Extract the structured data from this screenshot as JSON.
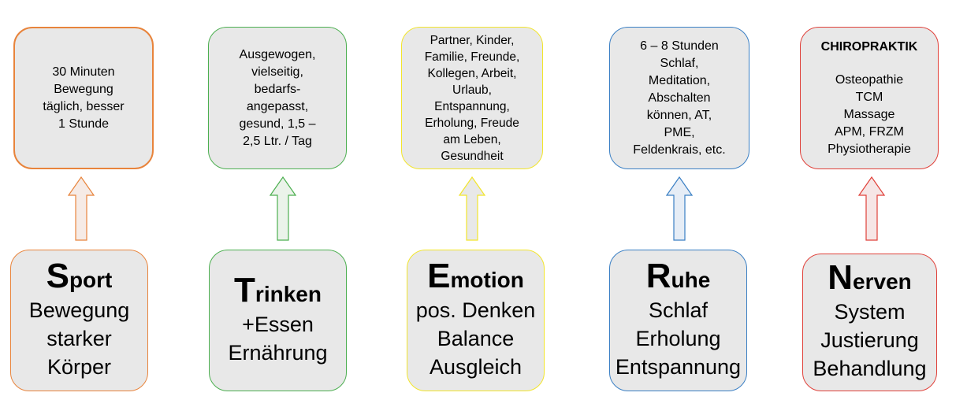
{
  "columns": [
    {
      "color": "#e8843c",
      "top_lines": [
        "30 Minuten",
        "Bewegung",
        "täglich, besser",
        "1 Stunde"
      ],
      "initial": "S",
      "rest": "port",
      "lines": [
        "Bewegung",
        "starker",
        "Körper"
      ]
    },
    {
      "color": "#4caf50",
      "top_lines": [
        "Ausgewogen,",
        "vielseitig,",
        "bedarfs-",
        "angepasst,",
        "gesund, 1,5 –",
        "2,5 Ltr. / Tag"
      ],
      "initial": "T",
      "rest": "rinken",
      "lines": [
        "+Essen",
        "Ernährung"
      ]
    },
    {
      "color": "#f2e52c",
      "top_lines": [
        "Partner, Kinder,",
        "Familie, Freunde,",
        "Kollegen, Arbeit,",
        "Urlaub,",
        "Entspannung,",
        "Erholung, Freude",
        "am Leben,",
        "Gesundheit"
      ],
      "initial": "E",
      "rest": "motion",
      "lines": [
        "pos.  Denken",
        "Balance",
        "Ausgleich"
      ]
    },
    {
      "color": "#3a7fc4",
      "top_lines": [
        "6 – 8 Stunden",
        "Schlaf,",
        "Meditation,",
        "Abschalten",
        "können, AT,",
        "PME,",
        "Feldenkrais, etc."
      ],
      "initial": "R",
      "rest": "uhe",
      "lines": [
        "Schlaf",
        "Erholung",
        "Entspannung"
      ]
    },
    {
      "color": "#e0413a",
      "top_title": "CHIROPRAKTIK",
      "top_lines": [
        "Osteopathie",
        "TCM",
        "Massage",
        "APM, FRZM",
        "Physiotherapie"
      ],
      "initial": "N",
      "rest": "erven",
      "lines": [
        "System",
        "Justierung",
        "Behandlung"
      ]
    }
  ]
}
